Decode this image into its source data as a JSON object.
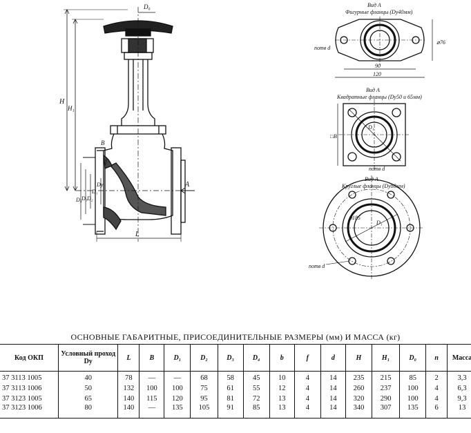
{
  "drawing": {
    "labels": {
      "dg": "D₀",
      "h": "H",
      "h1": "H₁",
      "b": "B",
      "f": "f",
      "d1": "D₁",
      "d2": "D₂",
      "d3": "D₃",
      "d4": "D₄",
      "dy": "Dу",
      "l": "L",
      "a": "A",
      "view_a1": "Вид А",
      "view_a1_caption": "Фигурные фланцы (Dу40мм)",
      "holes1": "nотв d",
      "dim_76": "⌀76",
      "dim_90": "90",
      "dim_120": "120",
      "view_a2": "Вид А",
      "view_a2_caption": "Квадратные фланцы (Dу50 и 65мм)",
      "dim_b_square": "□B",
      "dim_d1_square": "D₁",
      "holes2": "nотв d",
      "view_a3": "Вид А",
      "view_a3_caption": "Круглые фланцы (Dу80мм)",
      "dim_185": "⌀185",
      "dim_d1_round": "D₁",
      "holes3": "nотв d"
    }
  },
  "table": {
    "caption": "ОСНОВНЫЕ ГАБАРИТНЫЕ, ПРИСОЕДИНИТЕЛЬНЫЕ РАЗМЕРЫ",
    "caption_units1": "(мм)",
    "caption_and": "И МАССА",
    "caption_units2": "(кг)",
    "headers": [
      "Код ОКП",
      "Условный проход Dу",
      "L",
      "B",
      "D₁",
      "D₂",
      "D₃",
      "D₄",
      "b",
      "f",
      "d",
      "H",
      "H₁",
      "D₀",
      "n",
      "Масса"
    ],
    "rows": [
      [
        "37 3113 1005",
        "40",
        "78",
        "—",
        "—",
        "68",
        "58",
        "45",
        "10",
        "4",
        "14",
        "235",
        "215",
        "85",
        "2",
        "3,3"
      ],
      [
        "37 3113 1006",
        "50",
        "132",
        "100",
        "100",
        "75",
        "61",
        "55",
        "12",
        "4",
        "14",
        "260",
        "237",
        "100",
        "4",
        "6,3"
      ],
      [
        "37 3123 1005",
        "65",
        "140",
        "115",
        "120",
        "95",
        "81",
        "72",
        "13",
        "4",
        "14",
        "320",
        "290",
        "100",
        "4",
        "9,3"
      ],
      [
        "37 3123 1006",
        "80",
        "140",
        "—",
        "135",
        "105",
        "91",
        "85",
        "13",
        "4",
        "14",
        "340",
        "307",
        "135",
        "6",
        "13"
      ]
    ]
  }
}
